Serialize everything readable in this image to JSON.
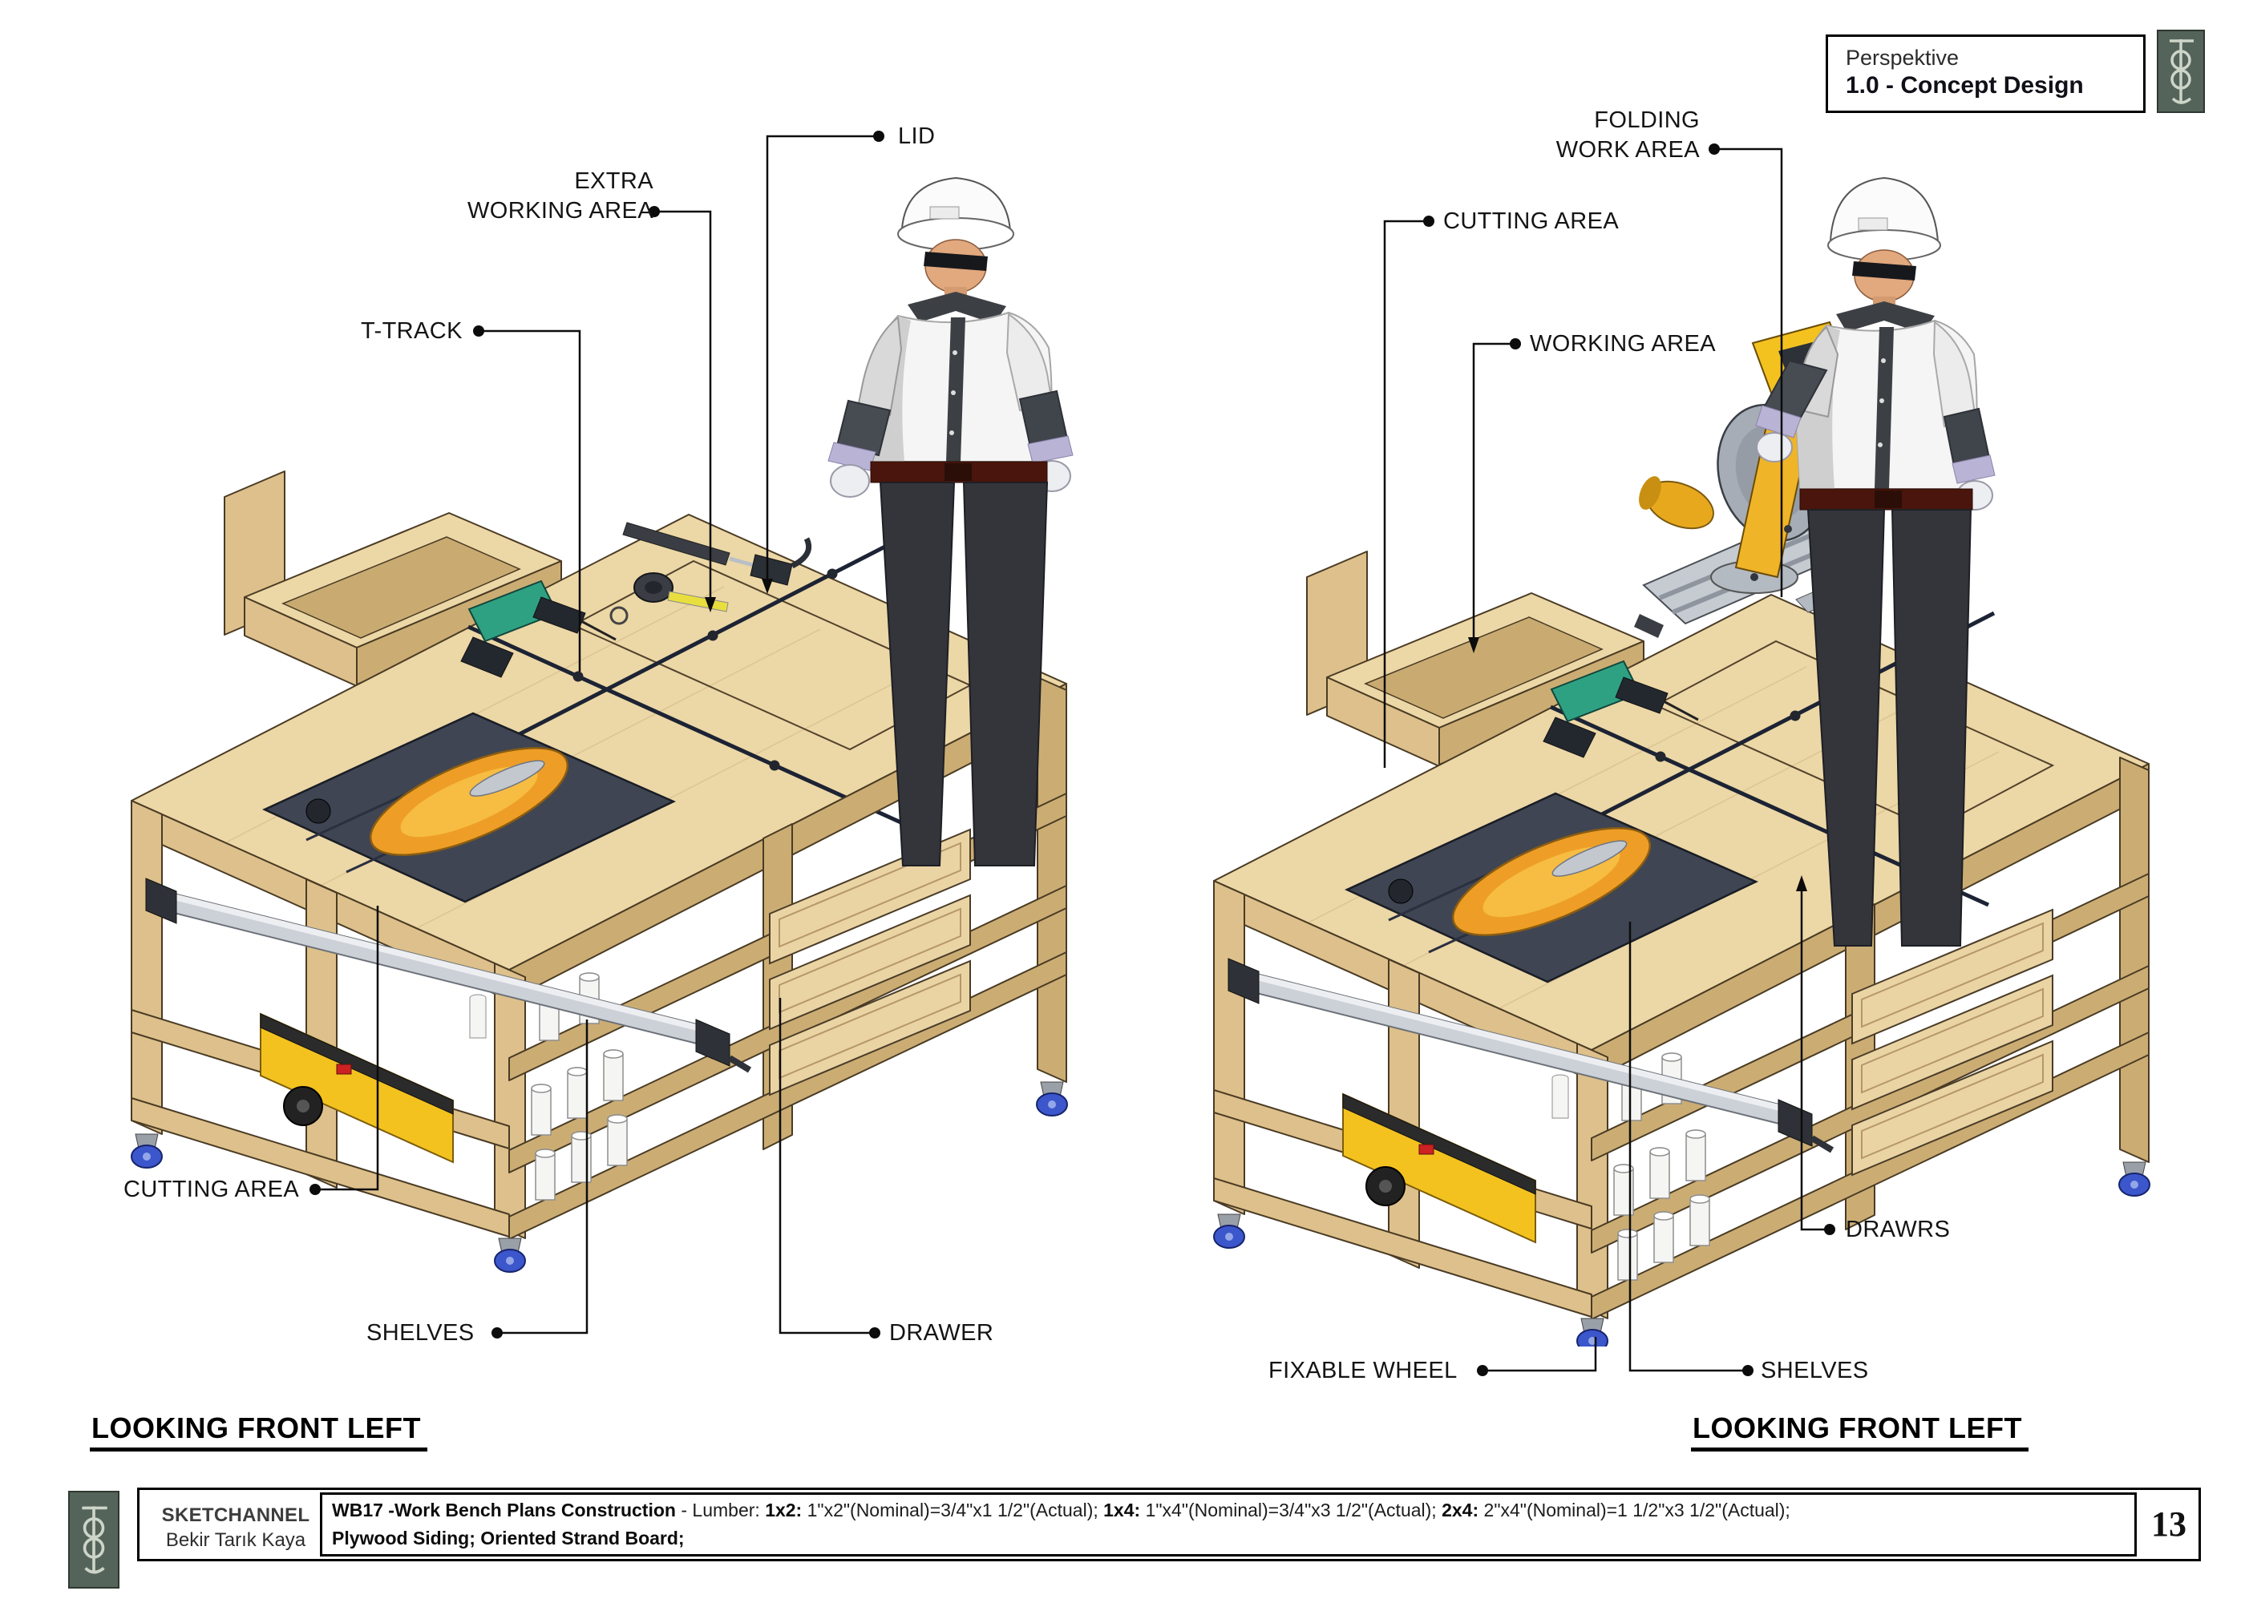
{
  "title_block": {
    "view_type": "Perspektive",
    "phase": "1.0 - Concept Design"
  },
  "brand": {
    "studio": "SKETCHANNEL",
    "author": "Bekir Tarık Kaya"
  },
  "views": {
    "left": {
      "caption": "LOOKING FRONT LEFT",
      "labels": {
        "lid": "LID",
        "extra_line1": "EXTRA",
        "extra_line2": "WORKING AREA",
        "t_track": "T-TRACK",
        "cutting_area": "CUTTING AREA",
        "shelves": "SHELVES",
        "drawer": "DRAWER"
      }
    },
    "right": {
      "caption": "LOOKING FRONT LEFT",
      "labels": {
        "folding_line1": "FOLDING",
        "folding_line2": "WORK AREA",
        "cutting_area": "CUTTING AREA",
        "working_area": "WORKING AREA",
        "drawers": "DRAWRS",
        "shelves": "SHELVES",
        "fixable_wheel": "FIXABLE WHEEL"
      }
    }
  },
  "footer": {
    "spec_line1": [
      {
        "t": "WB17 -Work Bench Plans Construction",
        "b": true
      },
      {
        "t": " - Lumber: ",
        "b": false
      },
      {
        "t": "1x2:",
        "b": true
      },
      {
        "t": " 1\"x2\"(Nominal)=3/4\"x1 1/2\"(Actual); ",
        "b": false
      },
      {
        "t": "1x4:",
        "b": true
      },
      {
        "t": " 1\"x4\"(Nominal)=3/4\"x3 1/2\"(Actual); ",
        "b": false
      },
      {
        "t": "2x4:",
        "b": true
      },
      {
        "t": " 2\"x4\"(Nominal)=1 1/2\"x3 1/2\"(Actual);",
        "b": false
      }
    ],
    "spec_line2": [
      {
        "t": "Plywood Siding; Oriented Strand Board;",
        "b": true
      }
    ],
    "page_number": "13"
  },
  "colors": {
    "wood_top": "#ecd7a6",
    "wood_front": "#ddc08b",
    "wood_side": "#cbad74",
    "saw_table": "#3f4552",
    "saw_guard_orange": "#ee9e26",
    "tool_yellow": "#f3c21f",
    "drill_teal": "#2fa183",
    "caster_blue": "#3c56cc",
    "logo_bg": "#55645b",
    "logo_fg": "#cdd5c8",
    "leader": "#0c0c0c"
  }
}
